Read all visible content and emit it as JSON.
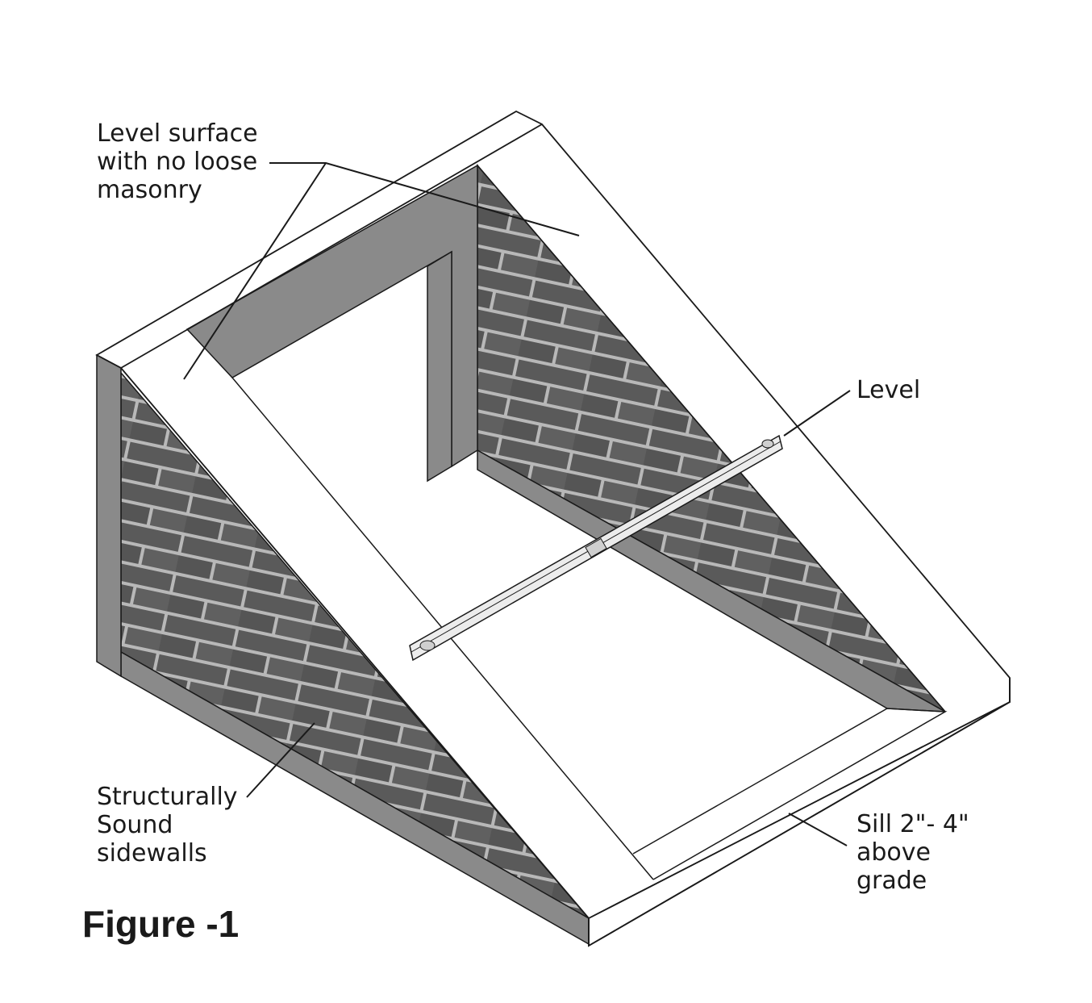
{
  "callouts": {
    "level_surface": [
      "Level surface",
      "with no loose",
      "masonry"
    ],
    "level": "Level",
    "sidewalls": [
      "Structurally",
      "Sound",
      "sidewalls"
    ],
    "sill": [
      "Sill 2\"- 4\"",
      "above",
      "grade"
    ]
  },
  "caption": "Figure -1",
  "colors": {
    "ink": "#1a1a1a",
    "brick": "#5a5a5a",
    "mortar": "#b8b8b8",
    "concrete_shade": "#8a8a8a",
    "surface": "#ffffff"
  }
}
